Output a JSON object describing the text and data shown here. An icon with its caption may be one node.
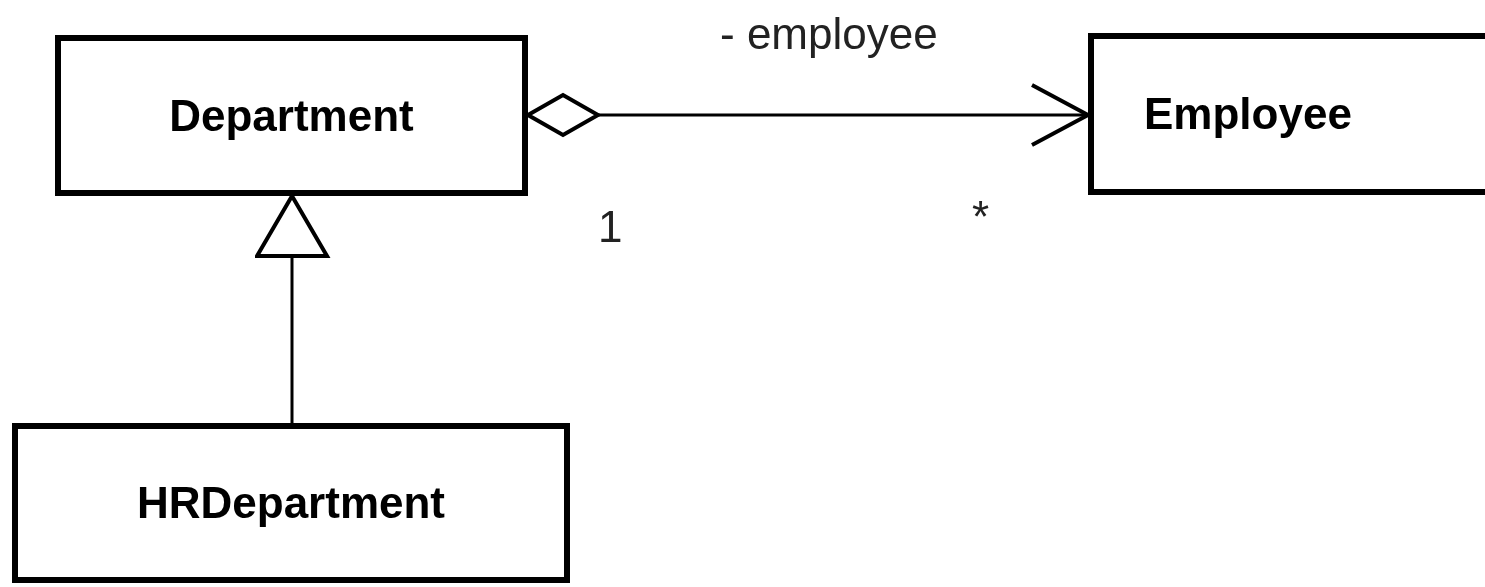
{
  "diagram": {
    "nodes": [
      {
        "text": [
          "Department"
        ]
      },
      {
        "text": [
          "Employee"
        ]
      },
      {
        "text": [
          "HRDepartment"
        ]
      }
    ],
    "edges": [
      {
        "from": 0,
        "to": 1,
        "arrow": "to",
        "label": "- employee"
      },
      {
        "from": 2,
        "to": 0,
        "arrow": "to"
      }
    ],
    "labels": [
      "1",
      "*"
    ]
  }
}
